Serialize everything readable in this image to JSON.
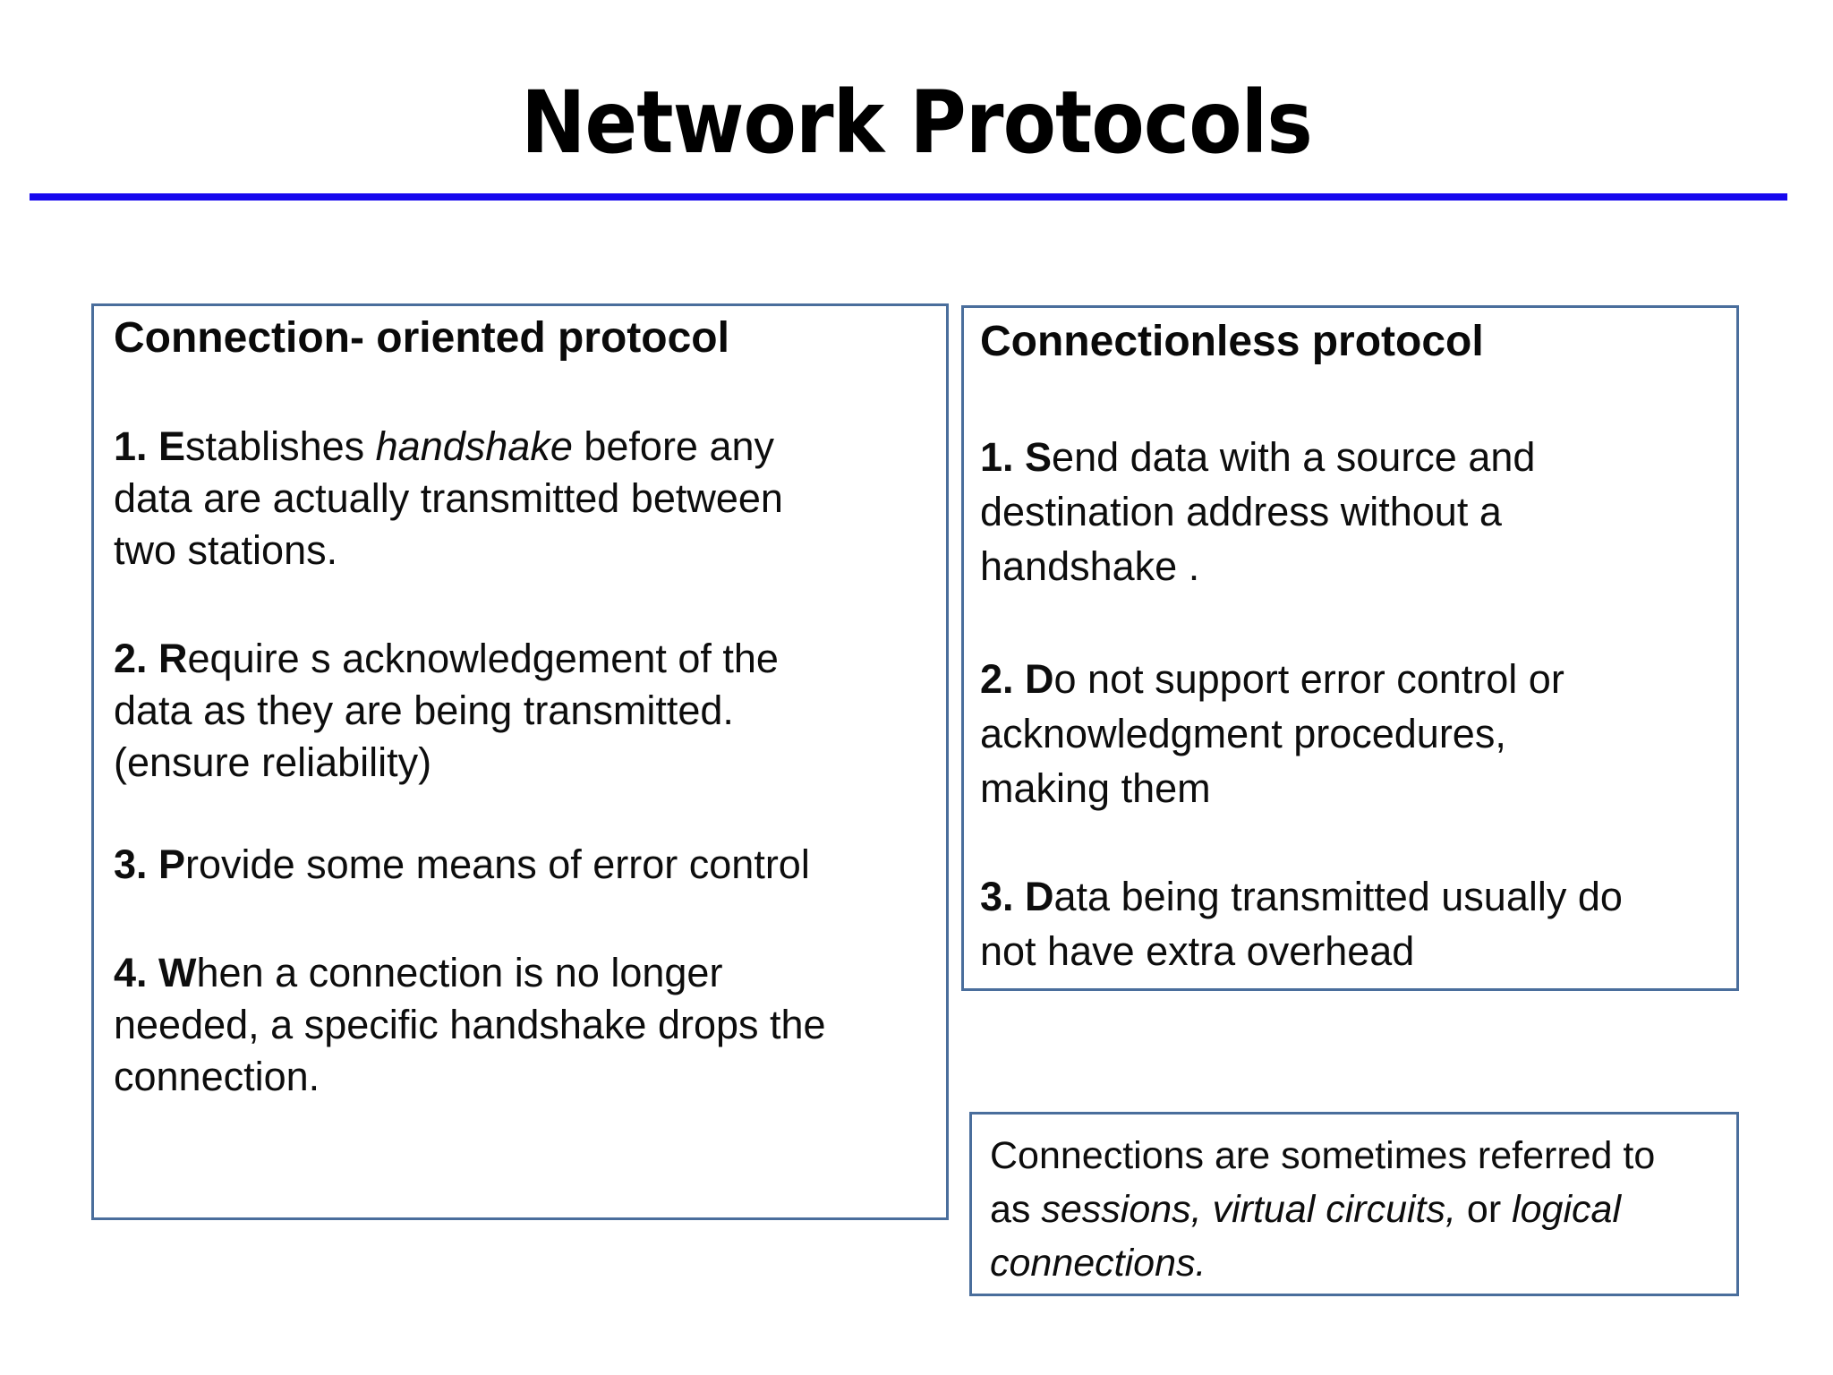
{
  "slide": {
    "title": "Network Protocols"
  },
  "colors": {
    "title_underline": "#1708ee",
    "box_border": "#4a6e9c",
    "text": "#0d0d0d"
  },
  "left_box": {
    "heading": "Connection- oriented protocol",
    "items": [
      {
        "prefix": "1. E",
        "l1a": "stablishes ",
        "l1_italic": "handshake",
        "l1b": " before any",
        "lines": [
          "data are actually transmitted between",
          "two stations."
        ]
      },
      {
        "prefix": "2. R",
        "l1a": "equire s acknowledgement of the",
        "lines": [
          "data as they are being transmitted.",
          "(ensure reliability)"
        ]
      },
      {
        "prefix": "3. P",
        "l1a": "rovide some means of error control",
        "lines": []
      },
      {
        "prefix": "4. W",
        "l1a": "hen a connection is no longer",
        "lines": [
          "needed, a specific handshake drops the",
          "connection."
        ]
      }
    ]
  },
  "right_box": {
    "heading": "Connectionless protocol",
    "items": [
      {
        "prefix": "1. S",
        "l1a": "end data with a source and",
        "lines": [
          "destination address without a",
          "handshake ."
        ]
      },
      {
        "prefix": "2. D",
        "l1a": "o not support error control or",
        "lines": [
          "acknowledgment procedures,",
          "making them"
        ]
      },
      {
        "prefix": "3. D",
        "l1a": "ata being transmitted usually do",
        "lines": [
          "not have extra overhead"
        ]
      }
    ]
  },
  "note_box": {
    "line1": "Connections are sometimes referred to",
    "line2_a": "as ",
    "line2_italic1": "sessions, virtual circuits,",
    "line2_b": " or ",
    "line2_italic2": "logical",
    "line3_italic": "connections."
  }
}
